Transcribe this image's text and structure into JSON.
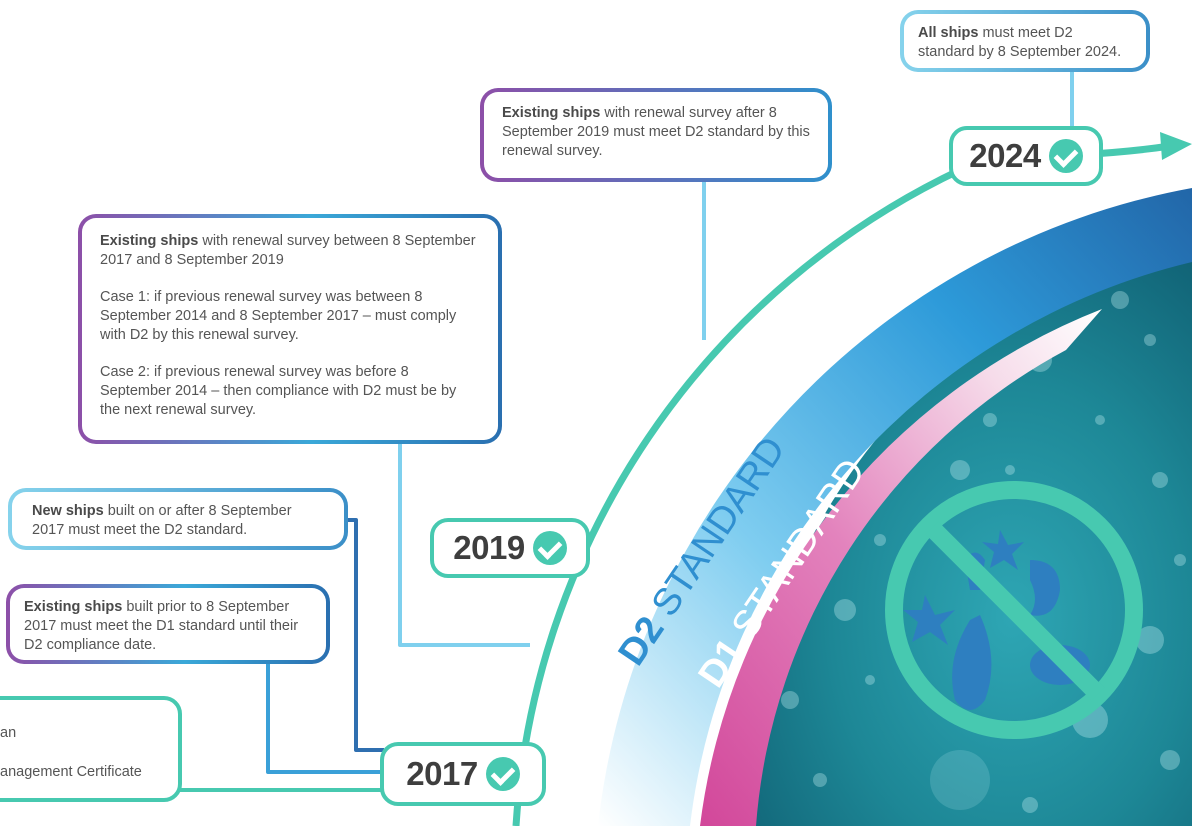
{
  "colors": {
    "teal": "#47c9b0",
    "d2_blue": "#2f8fd0",
    "d1_pink": "#d94a9b",
    "sky": "#7fd0ee",
    "purple": "#8d4fa8",
    "water": "#2a96a8"
  },
  "arc_labels": {
    "d2": "D2 STANDARD",
    "d1": "D1 STANDARD"
  },
  "milestones": {
    "y2017": "2017",
    "y2019": "2019",
    "y2024": "2024"
  },
  "boxes": {
    "all_ships": {
      "bold": "All ships",
      "text": " must meet D2 standard by 8 September 2024."
    },
    "renewal_2019": {
      "bold": "Existing ships",
      "text": " with renewal survey after 8 September 2019 must meet D2 standard by this renewal survey."
    },
    "renewal_between": {
      "bold": "Existing ships",
      "text": " with renewal survey between 8 September 2017 and 8 September 2019",
      "case1": "Case 1: if previous renewal survey was between 8 September 2014 and 8 September 2017 – must comply with D2 by this renewal survey.",
      "case2": "Case 2: if previous renewal survey was before 8 September 2014 – then compliance with D2 must be by the next renewal survey."
    },
    "new_ships": {
      "bold": "New ships",
      "text": " built on or after 8 September 2017 must meet the D2 standard."
    },
    "existing_prior": {
      "bold": "Existing ships",
      "text": " built prior to 8 September 2017 must meet the D1 standard until their D2 compliance date."
    },
    "certificate": {
      "line1": "an",
      "line2": "anagement Certificate"
    }
  },
  "icons": {
    "prohibition": "no-invasive-species-icon",
    "check": "check-circle-icon",
    "arrow": "arrow-right-icon"
  }
}
